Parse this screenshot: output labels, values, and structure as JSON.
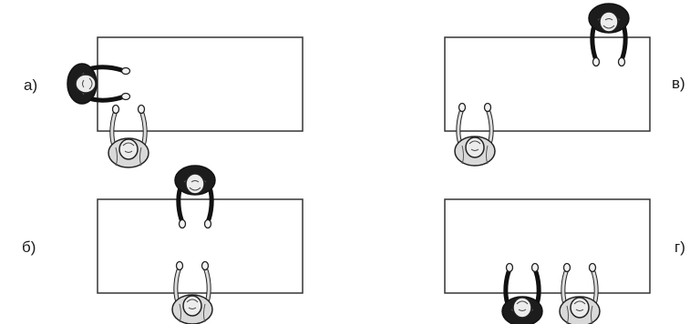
{
  "panels": [
    {
      "id": "a",
      "label": "а)",
      "people": [
        {
          "shirt": "dark",
          "facing": "right"
        },
        {
          "shirt": "light",
          "facing": "up"
        }
      ]
    },
    {
      "id": "b",
      "label": "б)",
      "people": [
        {
          "shirt": "dark",
          "facing": "down"
        },
        {
          "shirt": "light",
          "facing": "up"
        }
      ]
    },
    {
      "id": "v",
      "label": "в)",
      "people": [
        {
          "shirt": "dark",
          "facing": "down"
        },
        {
          "shirt": "light",
          "facing": "up"
        }
      ]
    },
    {
      "id": "g",
      "label": "г)",
      "people": [
        {
          "shirt": "dark",
          "facing": "up"
        },
        {
          "shirt": "light",
          "facing": "up"
        }
      ]
    }
  ],
  "colors": {
    "table_stroke": "#333333",
    "dark_shirt": "#1c1c1c",
    "light_shirt": "#d9d9d9",
    "skin": "#ececec"
  }
}
